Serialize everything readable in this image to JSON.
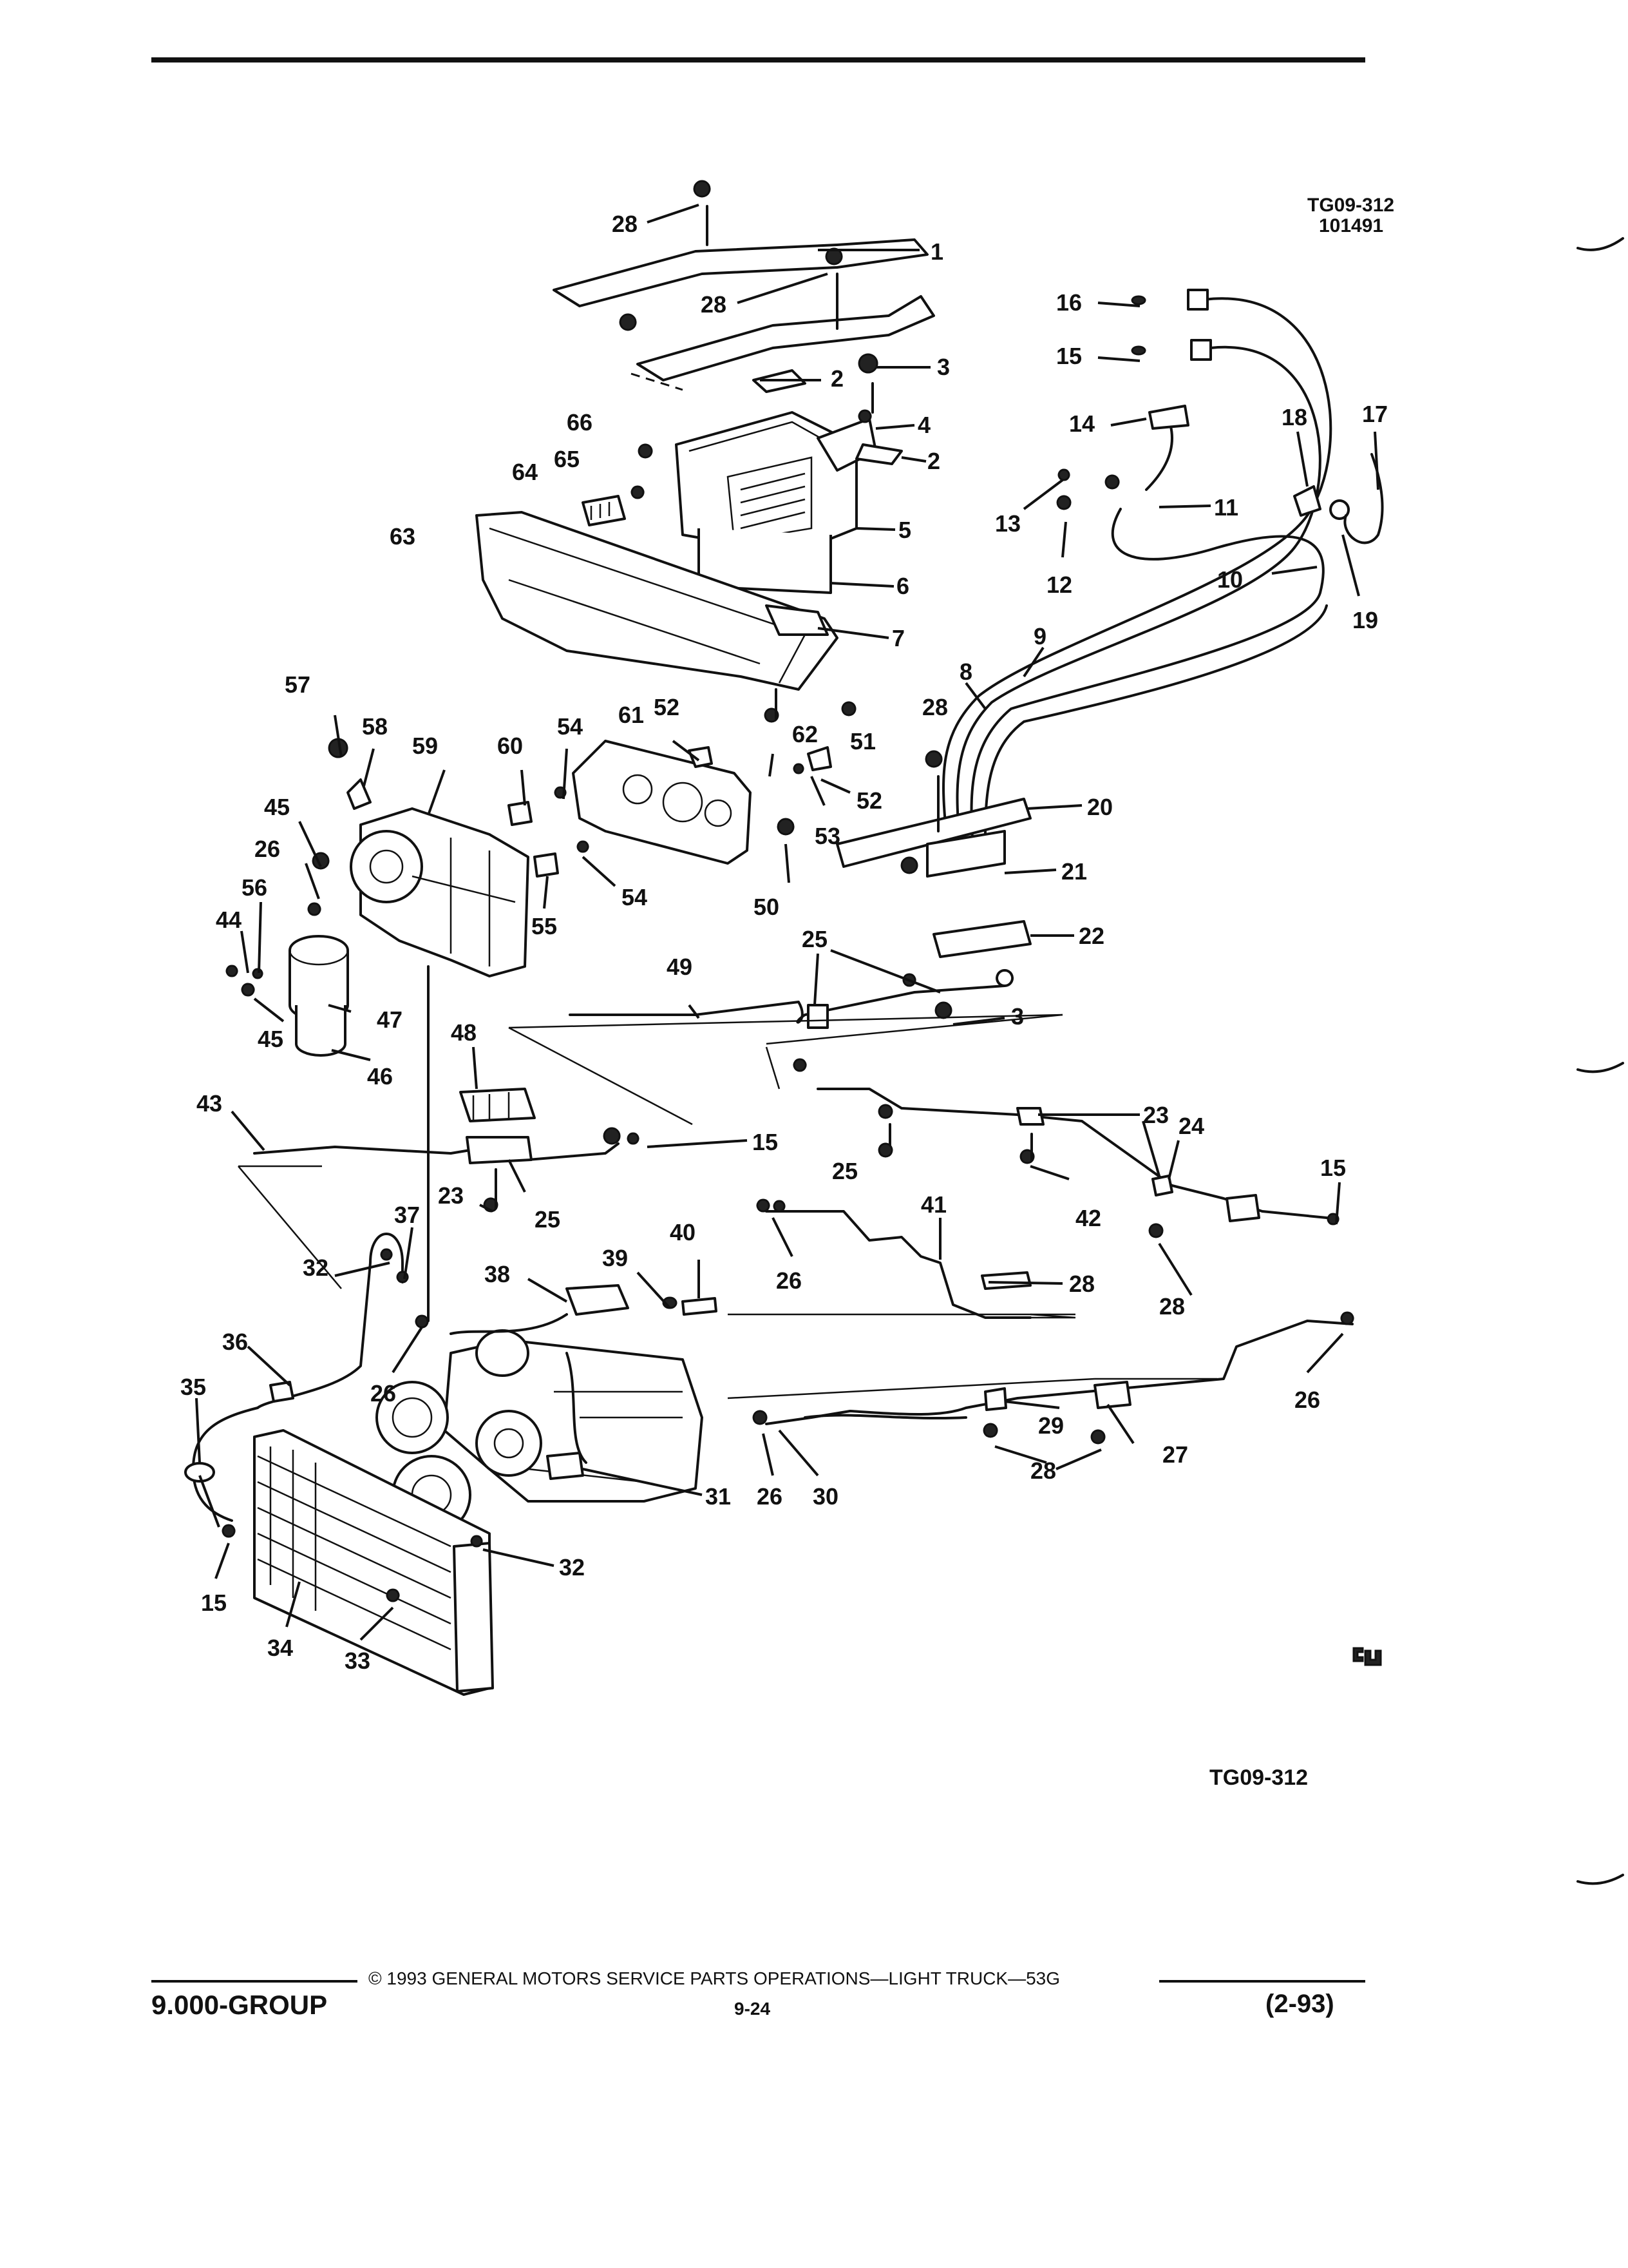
{
  "diagram_id_top": "TG09-312",
  "diagram_date": "101491",
  "diagram_id_bottom": "TG09-312",
  "footer": {
    "copyright": "© 1993 GENERAL MOTORS SERVICE PARTS OPERATIONS—LIGHT TRUCK—53G",
    "group": "9.000-GROUP",
    "page": "9-24",
    "date": "(2-93)"
  },
  "callouts": [
    {
      "id": "c1",
      "label": "1"
    },
    {
      "id": "c2a",
      "label": "2"
    },
    {
      "id": "c2b",
      "label": "2"
    },
    {
      "id": "c3a",
      "label": "3"
    },
    {
      "id": "c3b",
      "label": "3"
    },
    {
      "id": "c4",
      "label": "4"
    },
    {
      "id": "c5",
      "label": "5"
    },
    {
      "id": "c6",
      "label": "6"
    },
    {
      "id": "c7",
      "label": "7"
    },
    {
      "id": "c8",
      "label": "8"
    },
    {
      "id": "c9",
      "label": "9"
    },
    {
      "id": "c10",
      "label": "10"
    },
    {
      "id": "c11",
      "label": "11"
    },
    {
      "id": "c12",
      "label": "12"
    },
    {
      "id": "c13",
      "label": "13"
    },
    {
      "id": "c14",
      "label": "14"
    },
    {
      "id": "c15a",
      "label": "15"
    },
    {
      "id": "c15b",
      "label": "15"
    },
    {
      "id": "c15c",
      "label": "15"
    },
    {
      "id": "c15d",
      "label": "15"
    },
    {
      "id": "c16",
      "label": "16"
    },
    {
      "id": "c17",
      "label": "17"
    },
    {
      "id": "c18",
      "label": "18"
    },
    {
      "id": "c19",
      "label": "19"
    },
    {
      "id": "c20",
      "label": "20"
    },
    {
      "id": "c21",
      "label": "21"
    },
    {
      "id": "c22",
      "label": "22"
    },
    {
      "id": "c23a",
      "label": "23"
    },
    {
      "id": "c23b",
      "label": "23"
    },
    {
      "id": "c24",
      "label": "24"
    },
    {
      "id": "c25a",
      "label": "25"
    },
    {
      "id": "c25b",
      "label": "25"
    },
    {
      "id": "c25c",
      "label": "25"
    },
    {
      "id": "c26a",
      "label": "26"
    },
    {
      "id": "c26b",
      "label": "26"
    },
    {
      "id": "c26c",
      "label": "26"
    },
    {
      "id": "c26d",
      "label": "26"
    },
    {
      "id": "c26e",
      "label": "26"
    },
    {
      "id": "c27",
      "label": "27"
    },
    {
      "id": "c28a",
      "label": "28"
    },
    {
      "id": "c28b",
      "label": "28"
    },
    {
      "id": "c28c",
      "label": "28"
    },
    {
      "id": "c28d",
      "label": "28"
    },
    {
      "id": "c28e",
      "label": "28"
    },
    {
      "id": "c28f",
      "label": "28"
    },
    {
      "id": "c29",
      "label": "29"
    },
    {
      "id": "c30",
      "label": "30"
    },
    {
      "id": "c31",
      "label": "31"
    },
    {
      "id": "c32a",
      "label": "32"
    },
    {
      "id": "c32b",
      "label": "32"
    },
    {
      "id": "c33",
      "label": "33"
    },
    {
      "id": "c34",
      "label": "34"
    },
    {
      "id": "c35",
      "label": "35"
    },
    {
      "id": "c36",
      "label": "36"
    },
    {
      "id": "c37",
      "label": "37"
    },
    {
      "id": "c38",
      "label": "38"
    },
    {
      "id": "c39",
      "label": "39"
    },
    {
      "id": "c40",
      "label": "40"
    },
    {
      "id": "c41",
      "label": "41"
    },
    {
      "id": "c42",
      "label": "42"
    },
    {
      "id": "c43",
      "label": "43"
    },
    {
      "id": "c44",
      "label": "44"
    },
    {
      "id": "c45a",
      "label": "45"
    },
    {
      "id": "c45b",
      "label": "45"
    },
    {
      "id": "c46",
      "label": "46"
    },
    {
      "id": "c47",
      "label": "47"
    },
    {
      "id": "c48",
      "label": "48"
    },
    {
      "id": "c49",
      "label": "49"
    },
    {
      "id": "c50",
      "label": "50"
    },
    {
      "id": "c51",
      "label": "51"
    },
    {
      "id": "c52a",
      "label": "52"
    },
    {
      "id": "c52b",
      "label": "52"
    },
    {
      "id": "c53",
      "label": "53"
    },
    {
      "id": "c54a",
      "label": "54"
    },
    {
      "id": "c54b",
      "label": "54"
    },
    {
      "id": "c55",
      "label": "55"
    },
    {
      "id": "c56",
      "label": "56"
    },
    {
      "id": "c57",
      "label": "57"
    },
    {
      "id": "c58",
      "label": "58"
    },
    {
      "id": "c59",
      "label": "59"
    },
    {
      "id": "c60",
      "label": "60"
    },
    {
      "id": "c61",
      "label": "61"
    },
    {
      "id": "c62",
      "label": "62"
    },
    {
      "id": "c63",
      "label": "63"
    },
    {
      "id": "c64",
      "label": "64"
    },
    {
      "id": "c65",
      "label": "65"
    },
    {
      "id": "c66",
      "label": "66"
    }
  ]
}
